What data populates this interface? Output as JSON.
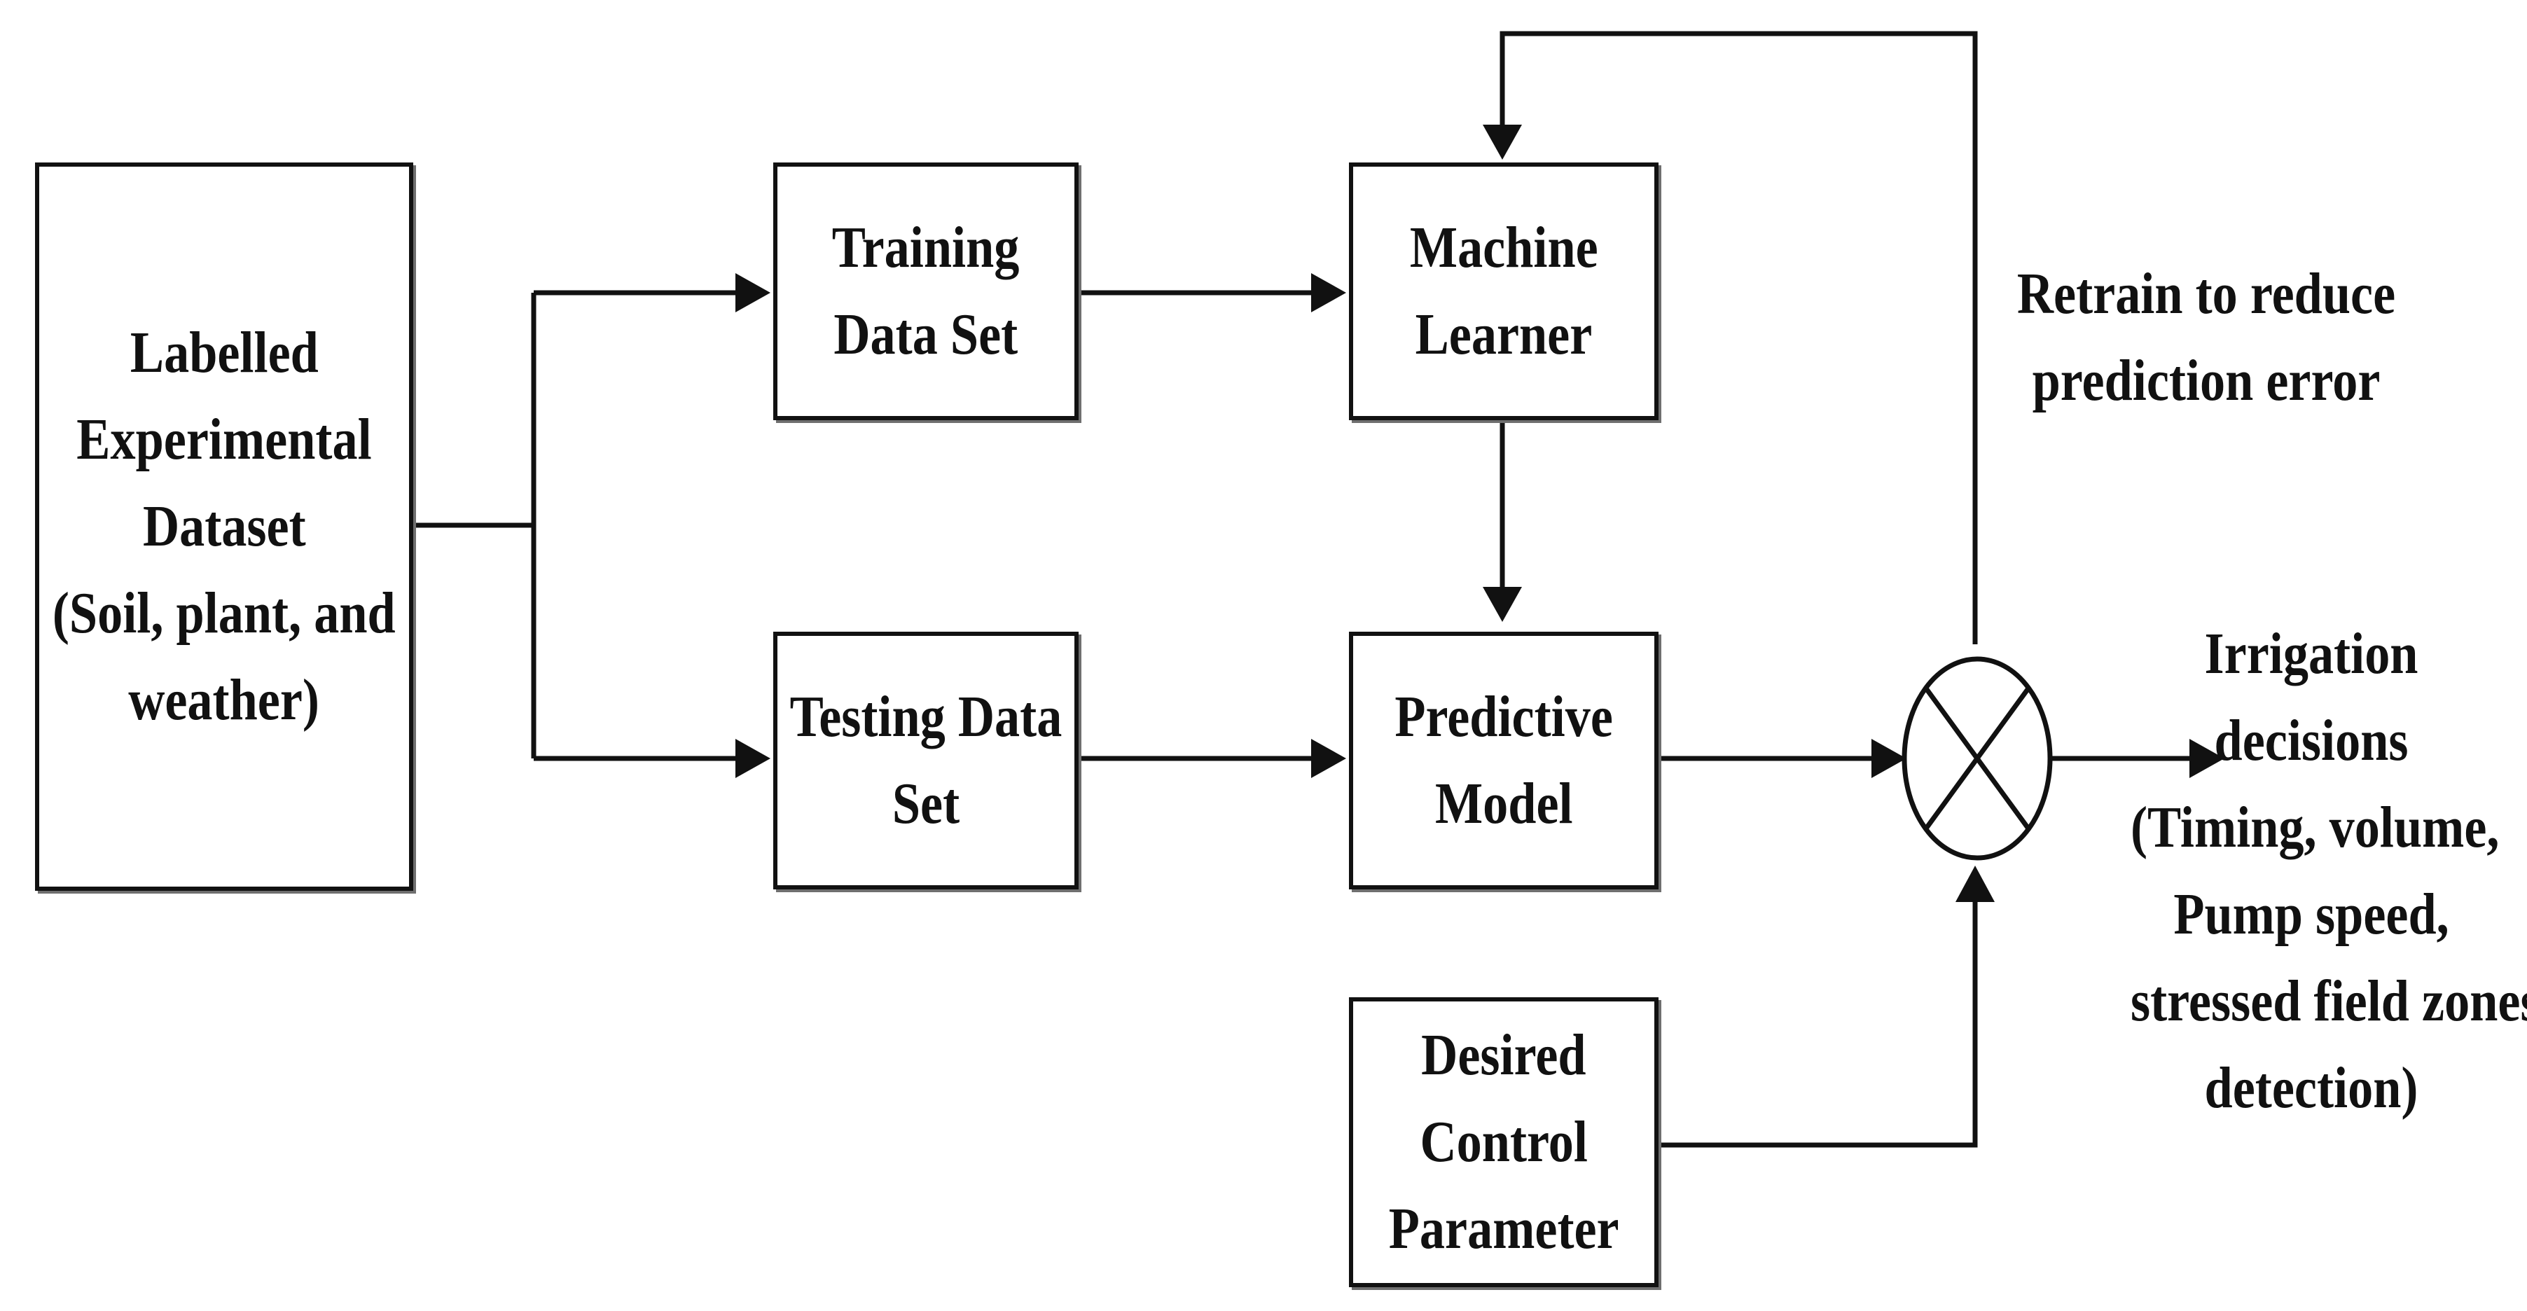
{
  "diagram": {
    "dataset_box": {
      "lines": [
        "Labelled",
        "Experimental",
        "Dataset",
        "(Soil, plant, and",
        "weather)"
      ]
    },
    "training_box": {
      "lines": [
        "Training",
        "Data Set"
      ]
    },
    "testing_box": {
      "lines": [
        "Testing Data",
        "Set"
      ]
    },
    "machine_learner_box": {
      "lines": [
        "Machine",
        "Learner"
      ]
    },
    "predictive_model_box": {
      "lines": [
        "Predictive",
        "Model"
      ]
    },
    "desired_param_box": {
      "lines": [
        "Desired",
        "Control",
        "Parameter"
      ]
    },
    "retrain_label": {
      "lines": [
        "Retrain to reduce",
        "prediction error"
      ]
    },
    "output_label": {
      "lines": [
        "Irrigation",
        "decisions",
        "(Timing, volume,",
        "Pump speed,",
        "stressed field zones",
        "detection)"
      ]
    }
  }
}
